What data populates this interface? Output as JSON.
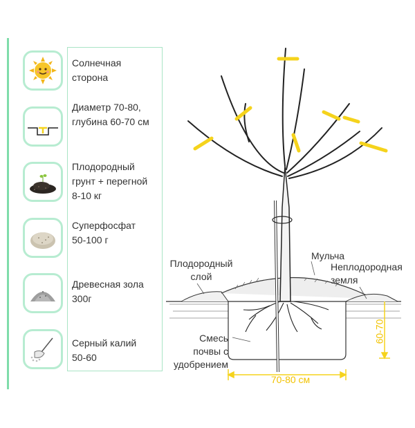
{
  "legend": [
    {
      "icon": "sun-icon",
      "text": "Солнечная\nсторона"
    },
    {
      "icon": "planting-hole-icon",
      "text": "Диаметр 70-80,\nглубина 60-70 см"
    },
    {
      "icon": "soil-pile-icon",
      "text": "Плодородный\nгрунт + перегной\n8-10 кг"
    },
    {
      "icon": "superphosphate-icon",
      "text": "Суперфосфат\n50-100 г"
    },
    {
      "icon": "wood-ash-icon",
      "text": "Древесная зола\n300г"
    },
    {
      "icon": "potassium-sulfate-icon",
      "text": "Серный калий\n50-60"
    }
  ],
  "diagram": {
    "fertile_layer": "Плодородный\nслой",
    "mulch": "Мульча",
    "infertile_soil": "Неплодородная\nземля",
    "soil_mix": "Смесь\nпочвы с\nудобрением",
    "width_dim": "70-80 см",
    "depth_dim": "60-70"
  },
  "colors": {
    "accent": "#7fdcaa",
    "marker": "#f5d31c",
    "dimension": "#f5d31c"
  }
}
